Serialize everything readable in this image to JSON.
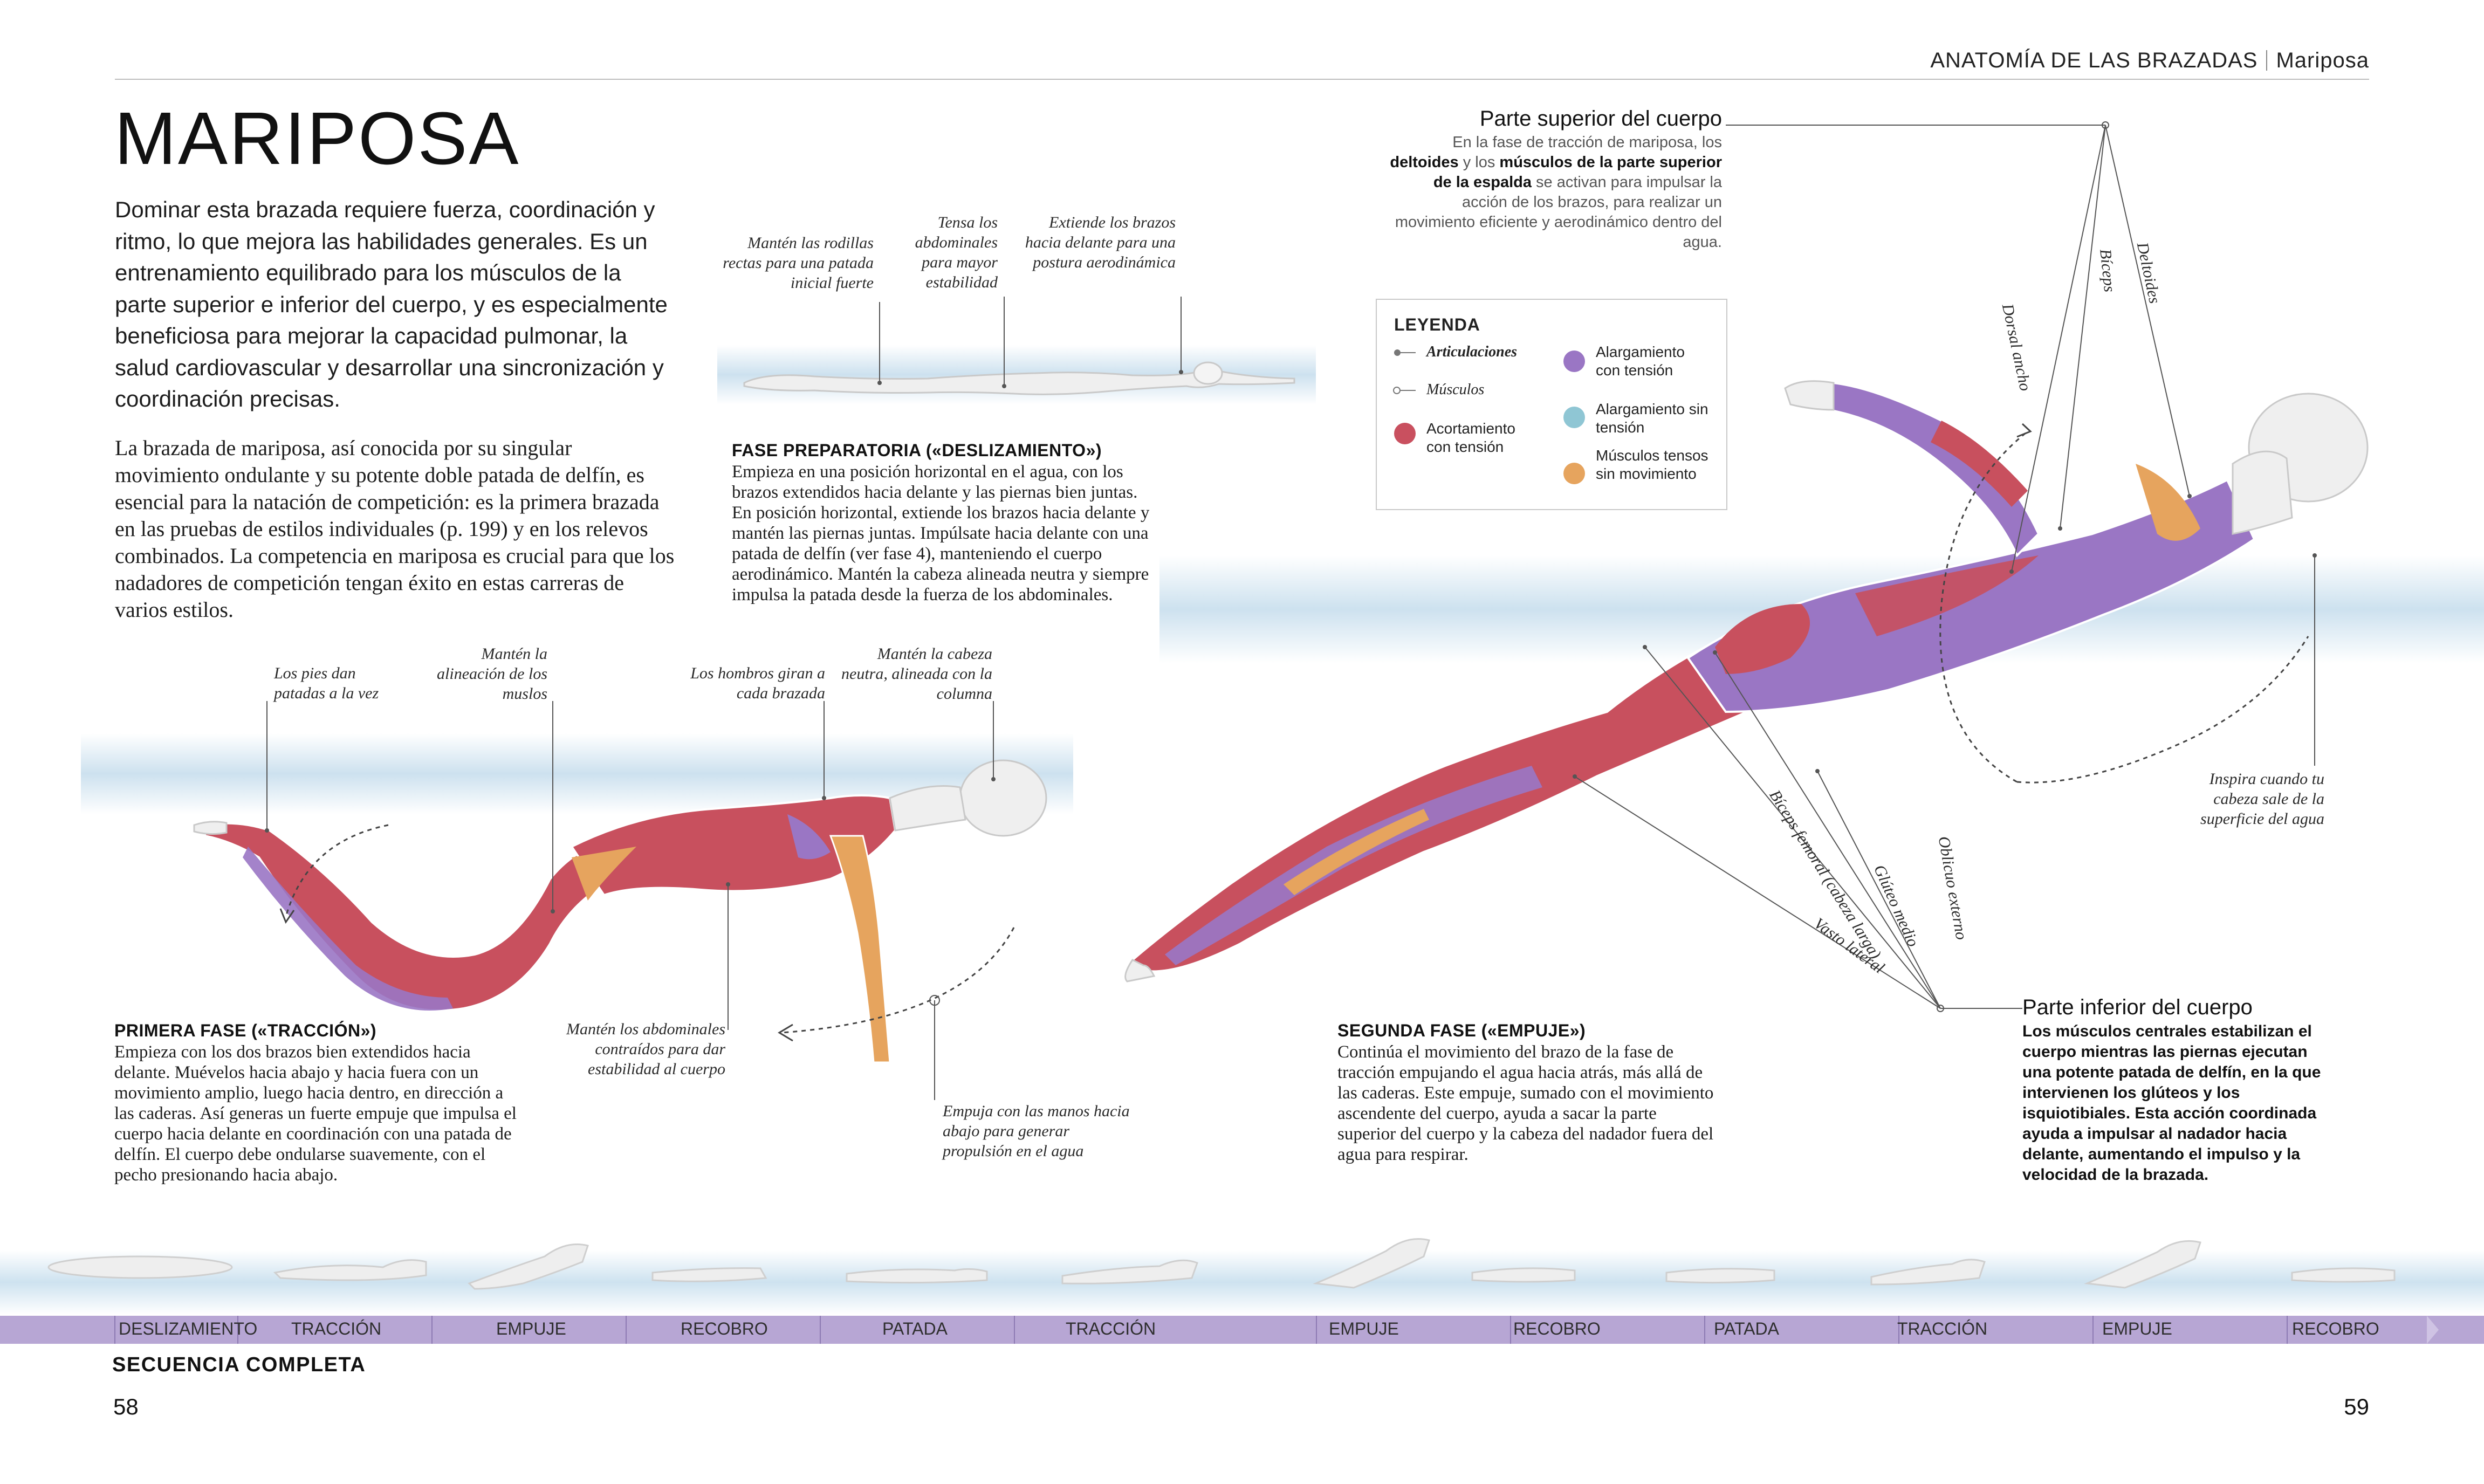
{
  "header": {
    "section": "ANATOMÍA DE LAS BRAZADAS",
    "subsection": "Mariposa"
  },
  "title": "MARIPOSA",
  "intro": {
    "lead": "Dominar esta brazada requiere fuerza, coordinación y ritmo, lo que mejora las habilidades generales. Es un entrenamiento equilibrado para los músculos de la parte superior e inferior del cuerpo, y es especialmente beneficiosa para mejorar la capacidad pulmonar, la salud cardiovascular y desarrollar una sincronización y coordinación precisas.",
    "body": "La brazada de mariposa, así conocida por su singular movimiento ondulante y su potente doble patada de delfín, es esencial para la natación de competición: es la primera brazada en las pruebas de estilos individuales (p. 199) y en los relevos combinados. La competencia en mariposa es crucial para que los nadadores de competición tengan éxito en estas carreras de varios estilos."
  },
  "glide": {
    "title": "FASE PREPARATORIA («DESLIZAMIENTO»)",
    "text": "Empieza en una posición horizontal en el agua, con los brazos extendidos hacia delante y las piernas bien juntas. En posición horizontal, extiende los brazos hacia delante y mantén las piernas juntas. Impúlsate hacia delante con una patada de delfín (ver fase 4), manteniendo el cuerpo aerodinámico. Mantén la cabeza alineada neutra y siempre impulsa la patada desde la fuerza de los abdominales.",
    "annotations": {
      "knees": "Mantén las rodillas rectas para una patada inicial fuerte",
      "abs": "Tensa los abdominales para mayor estabilidad",
      "arms": "Extiende los brazos hacia delante para una postura aerodinámica"
    }
  },
  "phase1": {
    "title": "PRIMERA FASE («TRACCIÓN»)",
    "text": "Empieza con los dos brazos bien extendidos hacia delante. Muévelos hacia abajo y hacia fuera con un movimiento amplio, luego hacia dentro, en dirección a las caderas. Así generas un fuerte empuje que impulsa el cuerpo hacia delante en coordinación con una patada de delfín. El cuerpo debe ondularse suavemente, con el pecho presionando hacia abajo.",
    "annotations": {
      "feet": "Los pies dan patadas a la vez",
      "thighs": "Mantén la alineación de los muslos",
      "shoulders": "Los hombros giran a cada brazada",
      "head": "Mantén la cabeza neutra, alineada con la columna",
      "abs": "Mantén los abdominales contraídos para dar estabilidad al cuerpo",
      "hands": "Empuja con las manos hacia abajo para generar propulsión en el agua"
    }
  },
  "phase2": {
    "title": "SEGUNDA FASE («EMPUJE»)",
    "text": "Continúa el movimiento del brazo de la fase de tracción empujando el agua hacia atrás, más allá de las caderas. Este empuje, sumado con el movimiento ascendente del cuerpo, ayuda a sacar la parte superior del cuerpo y la cabeza del nadador fuera del agua para respirar.",
    "annotations": {
      "breath": "Inspira cuando tu cabeza sale de la superficie del agua"
    },
    "muscle_labels": {
      "dorsal": "Dorsal ancho",
      "biceps": "Bíceps",
      "deltoids": "Deltoides",
      "hamstring": "Bíceps femoral (cabeza larga)",
      "glute": "Glúteo medio",
      "oblique": "Oblicuo externo",
      "vastus": "Vasto lateral"
    }
  },
  "upper_body": {
    "title": "Parte superior del cuerpo",
    "text_pre": "En la fase de tracción de mariposa, los ",
    "bold1": "deltoides",
    "text_mid": " y los ",
    "bold2": "músculos de la parte superior de la espalda",
    "text_post": " se activan para impulsar la acción de los brazos, para realizar un movimiento eficiente y aerodinámico dentro del agua."
  },
  "lower_body": {
    "title": "Parte inferior del cuerpo",
    "text": "Los músculos centrales estabilizan el cuerpo mientras las piernas ejecutan una potente patada de delfín, en la que intervienen los glúteos y los isquiotibiales. Esta acción coordinada ayuda a impulsar al nadador hacia delante, aumentando el impulso y la velocidad de la brazada."
  },
  "legend": {
    "title": "LEYENDA",
    "joints": "Articulaciones",
    "muscles": "Músculos",
    "shortening": "Acortamiento con tensión",
    "lengthening": "Alargamiento con tensión",
    "lengthening_no": "Alargamiento sin tensión",
    "tense_still": "Músculos tensos sin movimiento",
    "colors": {
      "shortening": "#c9505f",
      "lengthening": "#9a76c4",
      "lengthening_no": "#8fc6d4",
      "tense_still": "#e6a45e"
    }
  },
  "sequence": {
    "caption": "SECUENCIA COMPLETA",
    "labels": [
      "DESLIZAMIENTO",
      "TRACCIÓN",
      "EMPUJE",
      "RECOBRO",
      "PATADA",
      "TRACCIÓN",
      "EMPUJE",
      "RECOBRO",
      "PATADA",
      "TRACCIÓN",
      "EMPUJE",
      "RECOBRO"
    ]
  },
  "folio": {
    "left": "58",
    "right": "59"
  }
}
